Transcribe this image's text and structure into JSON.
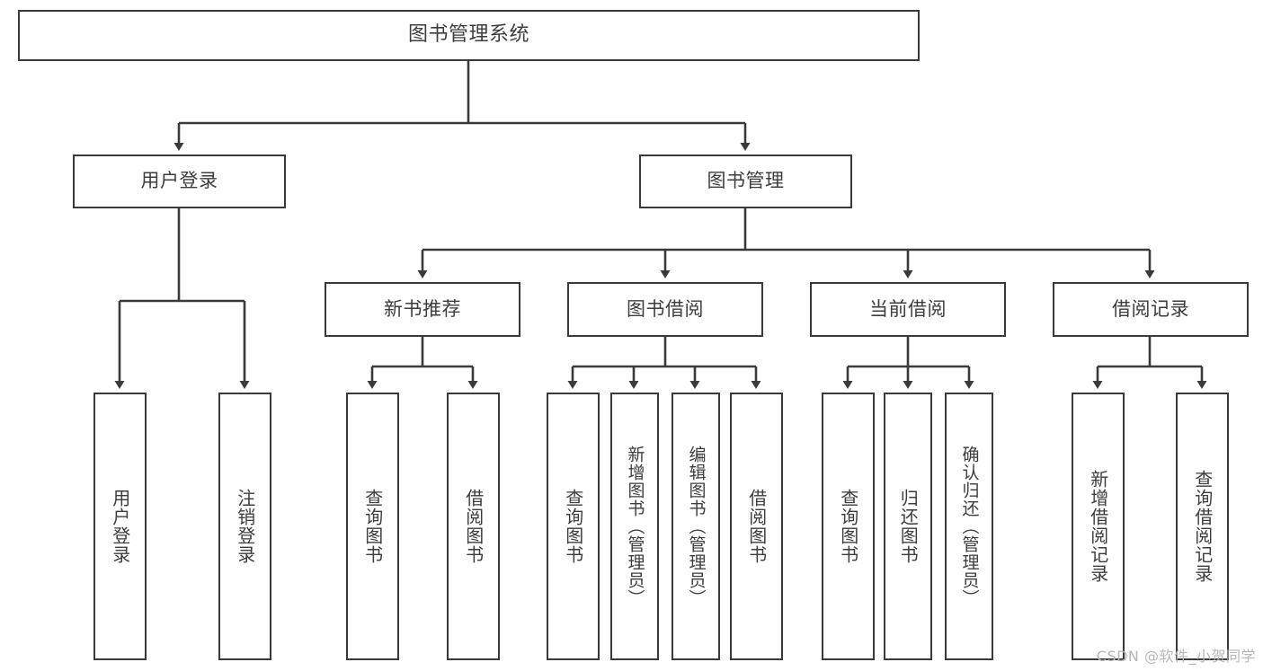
{
  "diagram": {
    "title": "图书管理系统",
    "type": "tree-hierarchy-diagram",
    "colors": {
      "box_border": "#3a3a3a",
      "box_fill": "#ffffff",
      "connector": "#3a3a3a",
      "text": "#3d3d3d",
      "background": "#ffffff",
      "watermark": "#b6b6b6"
    },
    "watermark": "CSDN @软件_小贺同学",
    "nodes": {
      "root": {
        "label": "图书管理系统"
      },
      "level1": [
        {
          "label": "用户登录"
        },
        {
          "label": "图书管理"
        }
      ],
      "user_login_children": [
        {
          "label": "用户登录"
        },
        {
          "label": "注销登录"
        }
      ],
      "level2": [
        {
          "label": "新书推荐"
        },
        {
          "label": "图书借阅"
        },
        {
          "label": "当前借阅"
        },
        {
          "label": "借阅记录"
        }
      ],
      "new_book_children": [
        {
          "label": "查询图书"
        },
        {
          "label": "借阅图书"
        }
      ],
      "book_borrow_children": [
        {
          "label": "查询图书"
        },
        {
          "label": "新增图书（管理员）"
        },
        {
          "label": "编辑图书（管理员）"
        },
        {
          "label": "借阅图书"
        }
      ],
      "current_borrow_children": [
        {
          "label": "查询图书"
        },
        {
          "label": "归还图书"
        },
        {
          "label": "确认归还（管理员）"
        }
      ],
      "borrow_record_children": [
        {
          "label": "新增借阅记录"
        },
        {
          "label": "查询借阅记录"
        }
      ]
    }
  }
}
